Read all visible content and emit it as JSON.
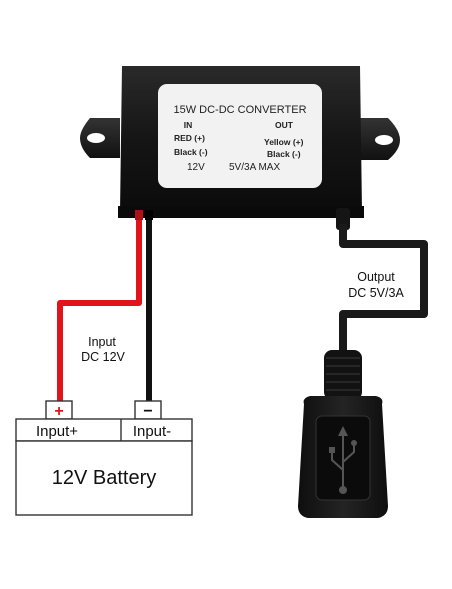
{
  "converter": {
    "title": "15W DC-DC  CONVERTER",
    "in_header": "IN",
    "out_header": "OUT",
    "in_pos": "RED (+)",
    "in_neg": "Black (-)",
    "out_pos": "Yellow (+)",
    "out_neg": "Black  (-)",
    "in_voltage": "12V",
    "out_rating": "5V/3A   MAX"
  },
  "input_label": {
    "line1": "Input",
    "line2": "DC 12V"
  },
  "output_label": {
    "line1": "Output",
    "line2": "DC 5V/3A"
  },
  "battery": {
    "label": "12V Battery",
    "terminal_pos_label": "Input+",
    "terminal_neg_label": "Input-",
    "plus_symbol": "+",
    "minus_symbol": "−"
  },
  "colors": {
    "red_wire": "#e1141b",
    "black_wire": "#111111",
    "converter_body": "#1b1b1b",
    "label_panel": "#f2f2f2"
  }
}
